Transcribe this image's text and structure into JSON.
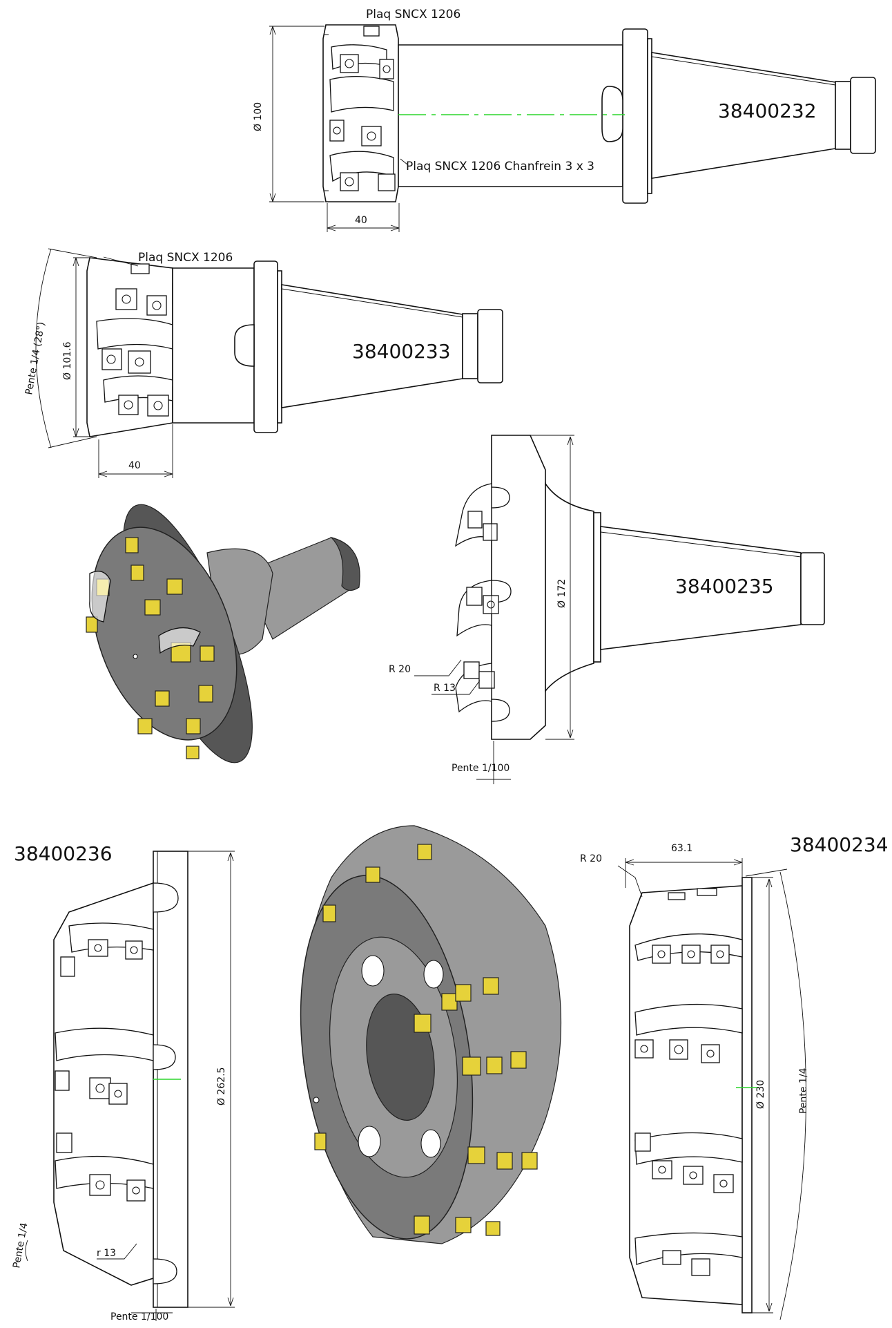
{
  "drawing": {
    "part_numbers": {
      "p232": "38400232",
      "p233": "38400233",
      "p235": "38400235",
      "p236": "38400236",
      "p234": "38400234"
    },
    "labels": {
      "plaq_232": "Plaq SNCX 1206",
      "plaq_chamfer_232": "Plaq SNCX 1206 Chanfrein 3 x 3",
      "plaq_233": "Plaq SNCX 1206"
    },
    "dimensions": {
      "d100": "Ø 100",
      "w40_232": "40",
      "d1016": "Ø 101.6",
      "w40_233": "40",
      "pente_14_28": "Pente 1/4 (28°)",
      "d172": "Ø 172",
      "r20_235": "R 20",
      "r13_235": "R 13",
      "pente_1100_235": "Pente 1/100",
      "d2625": "Ø 262.5",
      "pente_14_236": "Pente 1/4",
      "r13_236": "r 13",
      "pente_1100_236": "Pente 1/100",
      "r20_234": "R 20",
      "w631": "63.1",
      "d230": "Ø 230",
      "pente_14_234": "Pente 1/4"
    },
    "colors": {
      "centerline": "#2bd62b",
      "insert_gold": "#e6d23a",
      "body_gray": "#7a7a7a"
    }
  }
}
